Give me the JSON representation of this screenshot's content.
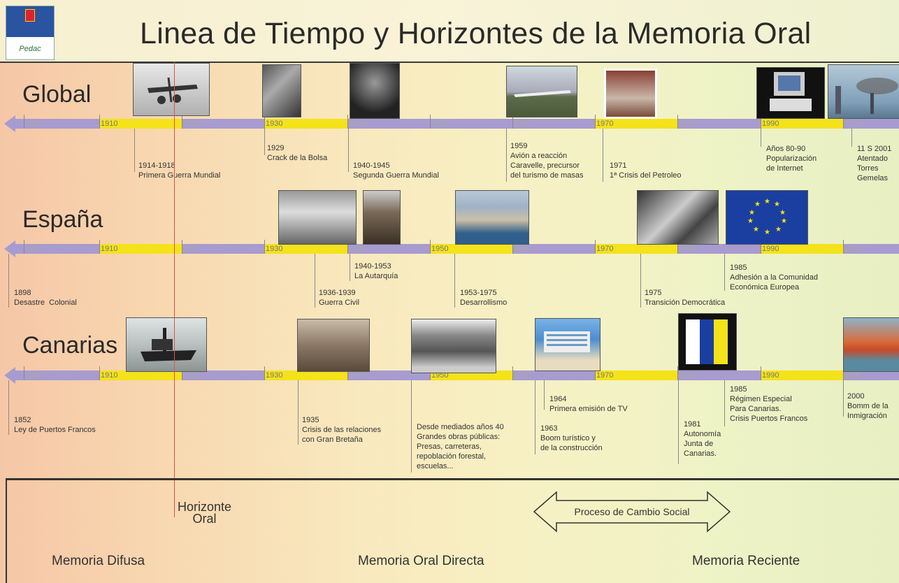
{
  "header": {
    "title": "Linea de Tiempo y Horizontes de la Memoria Oral",
    "logo_text": "Pedac"
  },
  "decades": [
    "1900",
    "1910",
    "1920",
    "1930",
    "1940",
    "1950",
    "1960",
    "1970",
    "1980",
    "1990",
    "2000"
  ],
  "rows": [
    {
      "label": "Global",
      "events": [
        {
          "date": "1914-1918",
          "text": "Primera Guerra Mundial"
        },
        {
          "date": "1929",
          "text": "Crack de la Bolsa"
        },
        {
          "date": "1940-1945",
          "text": "Segunda Guerra Mundial"
        },
        {
          "date": "1959",
          "text": "Avión a reacción\nCaravelle, precursor\ndel turismo de masas"
        },
        {
          "date": "1971",
          "text": "1ª Crisis del Petroleo"
        },
        {
          "date": "",
          "text": "Años 80-90\nPopularización\nde Internet"
        },
        {
          "date": "",
          "text": "11 S 2001\nAtentado\nTorres\nGemelas"
        }
      ]
    },
    {
      "label": "España",
      "events": [
        {
          "date": "1898",
          "text": "Desastre  Colonial"
        },
        {
          "date": "1936-1939",
          "text": "Guerra Civil"
        },
        {
          "date": "1940-1953",
          "text": "La Autarquía"
        },
        {
          "date": "1953-1975",
          "text": "Desarrollismo"
        },
        {
          "date": "1975",
          "text": "Transición Democrática"
        },
        {
          "date": "1985",
          "text": "Adhesión a la Comunidad\nEconómica Europea"
        }
      ]
    },
    {
      "label": "Canarias",
      "events": [
        {
          "date": "1852",
          "text": "Ley de Puertos Francos"
        },
        {
          "date": "1935",
          "text": "Crisis de las relaciones\ncon Gran Bretaña"
        },
        {
          "date": "",
          "text": "Desde mediados años 40\nGrandes obras públicas:\nPresas, carreteras,\nrepoblación forestal,\nescuelas..."
        },
        {
          "date": "1964",
          "text": "Primera emisión de TV"
        },
        {
          "date": "1963",
          "text": "Boom turístico y\nde la construcción"
        },
        {
          "date": "1981",
          "text": "Autonomía\nJunta de\nCanarias."
        },
        {
          "date": "1985",
          "text": "Régimen Especial\nPara Canarias.\nCrisis Puertos Francos"
        },
        {
          "date": "2000",
          "text": "Bomm de la\nInmigración"
        }
      ]
    }
  ],
  "bottom": {
    "horizonte": "Horizonte\nOral",
    "proceso": "Proceso de Cambio Social",
    "memoria_difusa": "Memoria Difusa",
    "memoria_directa": "Memoria Oral Directa",
    "memoria_reciente": "Memoria Reciente"
  },
  "colors": {
    "bar": "#a79bd0",
    "highlight": "#f4e21a",
    "horizon_line": "#e0524a"
  }
}
